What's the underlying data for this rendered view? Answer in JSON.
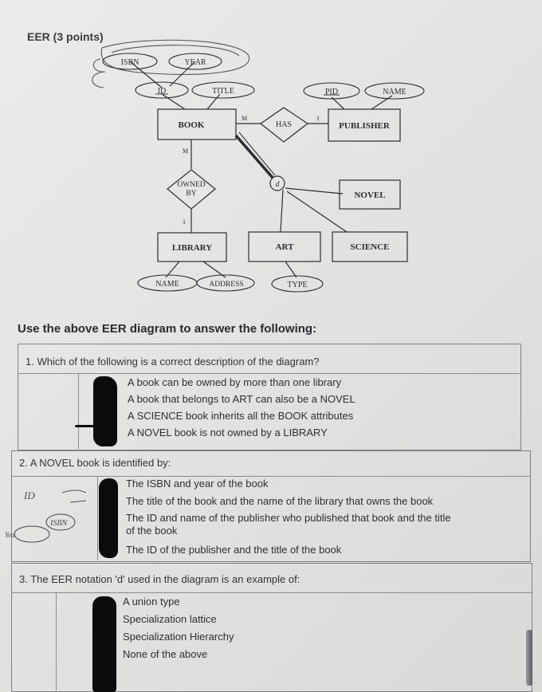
{
  "heading": "EER (3 points)",
  "diagram": {
    "entities": {
      "book": "BOOK",
      "publisher": "PUBLISHER",
      "library": "LIBRARY",
      "novel": "NOVEL",
      "art": "ART",
      "science": "SCIENCE"
    },
    "relationships": {
      "has": "HAS",
      "owned_by": [
        "OWNED",
        "BY"
      ]
    },
    "attributes": {
      "isbn": "ISBN",
      "year": "YEAR",
      "id": "ID",
      "title": "TITLE",
      "pid": "PID",
      "publisher_name": "NAME",
      "library_name": "NAME",
      "address": "ADDRESS",
      "type": "TYPE"
    },
    "specialization_symbol": "d",
    "cardinalities": {
      "book_has": "M",
      "has_publisher": "1",
      "book_owned": "M",
      "owned_library": "1"
    }
  },
  "instruction": "Use the above EER diagram to answer the following:",
  "questions": [
    {
      "text": "1.  Which of the following is a correct description of the diagram?",
      "options": [
        "A book can be owned by more than one library",
        "A book that belongs to ART can also be a NOVEL",
        "A SCIENCE book inherits all the BOOK attributes",
        "A NOVEL book is not owned by a LIBRARY"
      ]
    },
    {
      "text": "2.  A NOVEL book is identified by:",
      "options": [
        "The ISBN and year of the book",
        "The title of the book and the name of the library that owns the book",
        "The ID and name of the publisher who published that book and the title",
        "of the book",
        "The ID of the publisher and the title of the book"
      ],
      "handwritten_notes": [
        "ID",
        "ISBN",
        "Yea"
      ]
    },
    {
      "text": "3.  The EER notation 'd' used in the diagram is an example of:",
      "options": [
        "A union type",
        "Specialization lattice",
        "Specialization Hierarchy",
        "None of the above"
      ]
    }
  ],
  "colors": {
    "paper": "#e6e6e5",
    "ink": "#2c2c34",
    "marker": "#0b0b0e"
  }
}
